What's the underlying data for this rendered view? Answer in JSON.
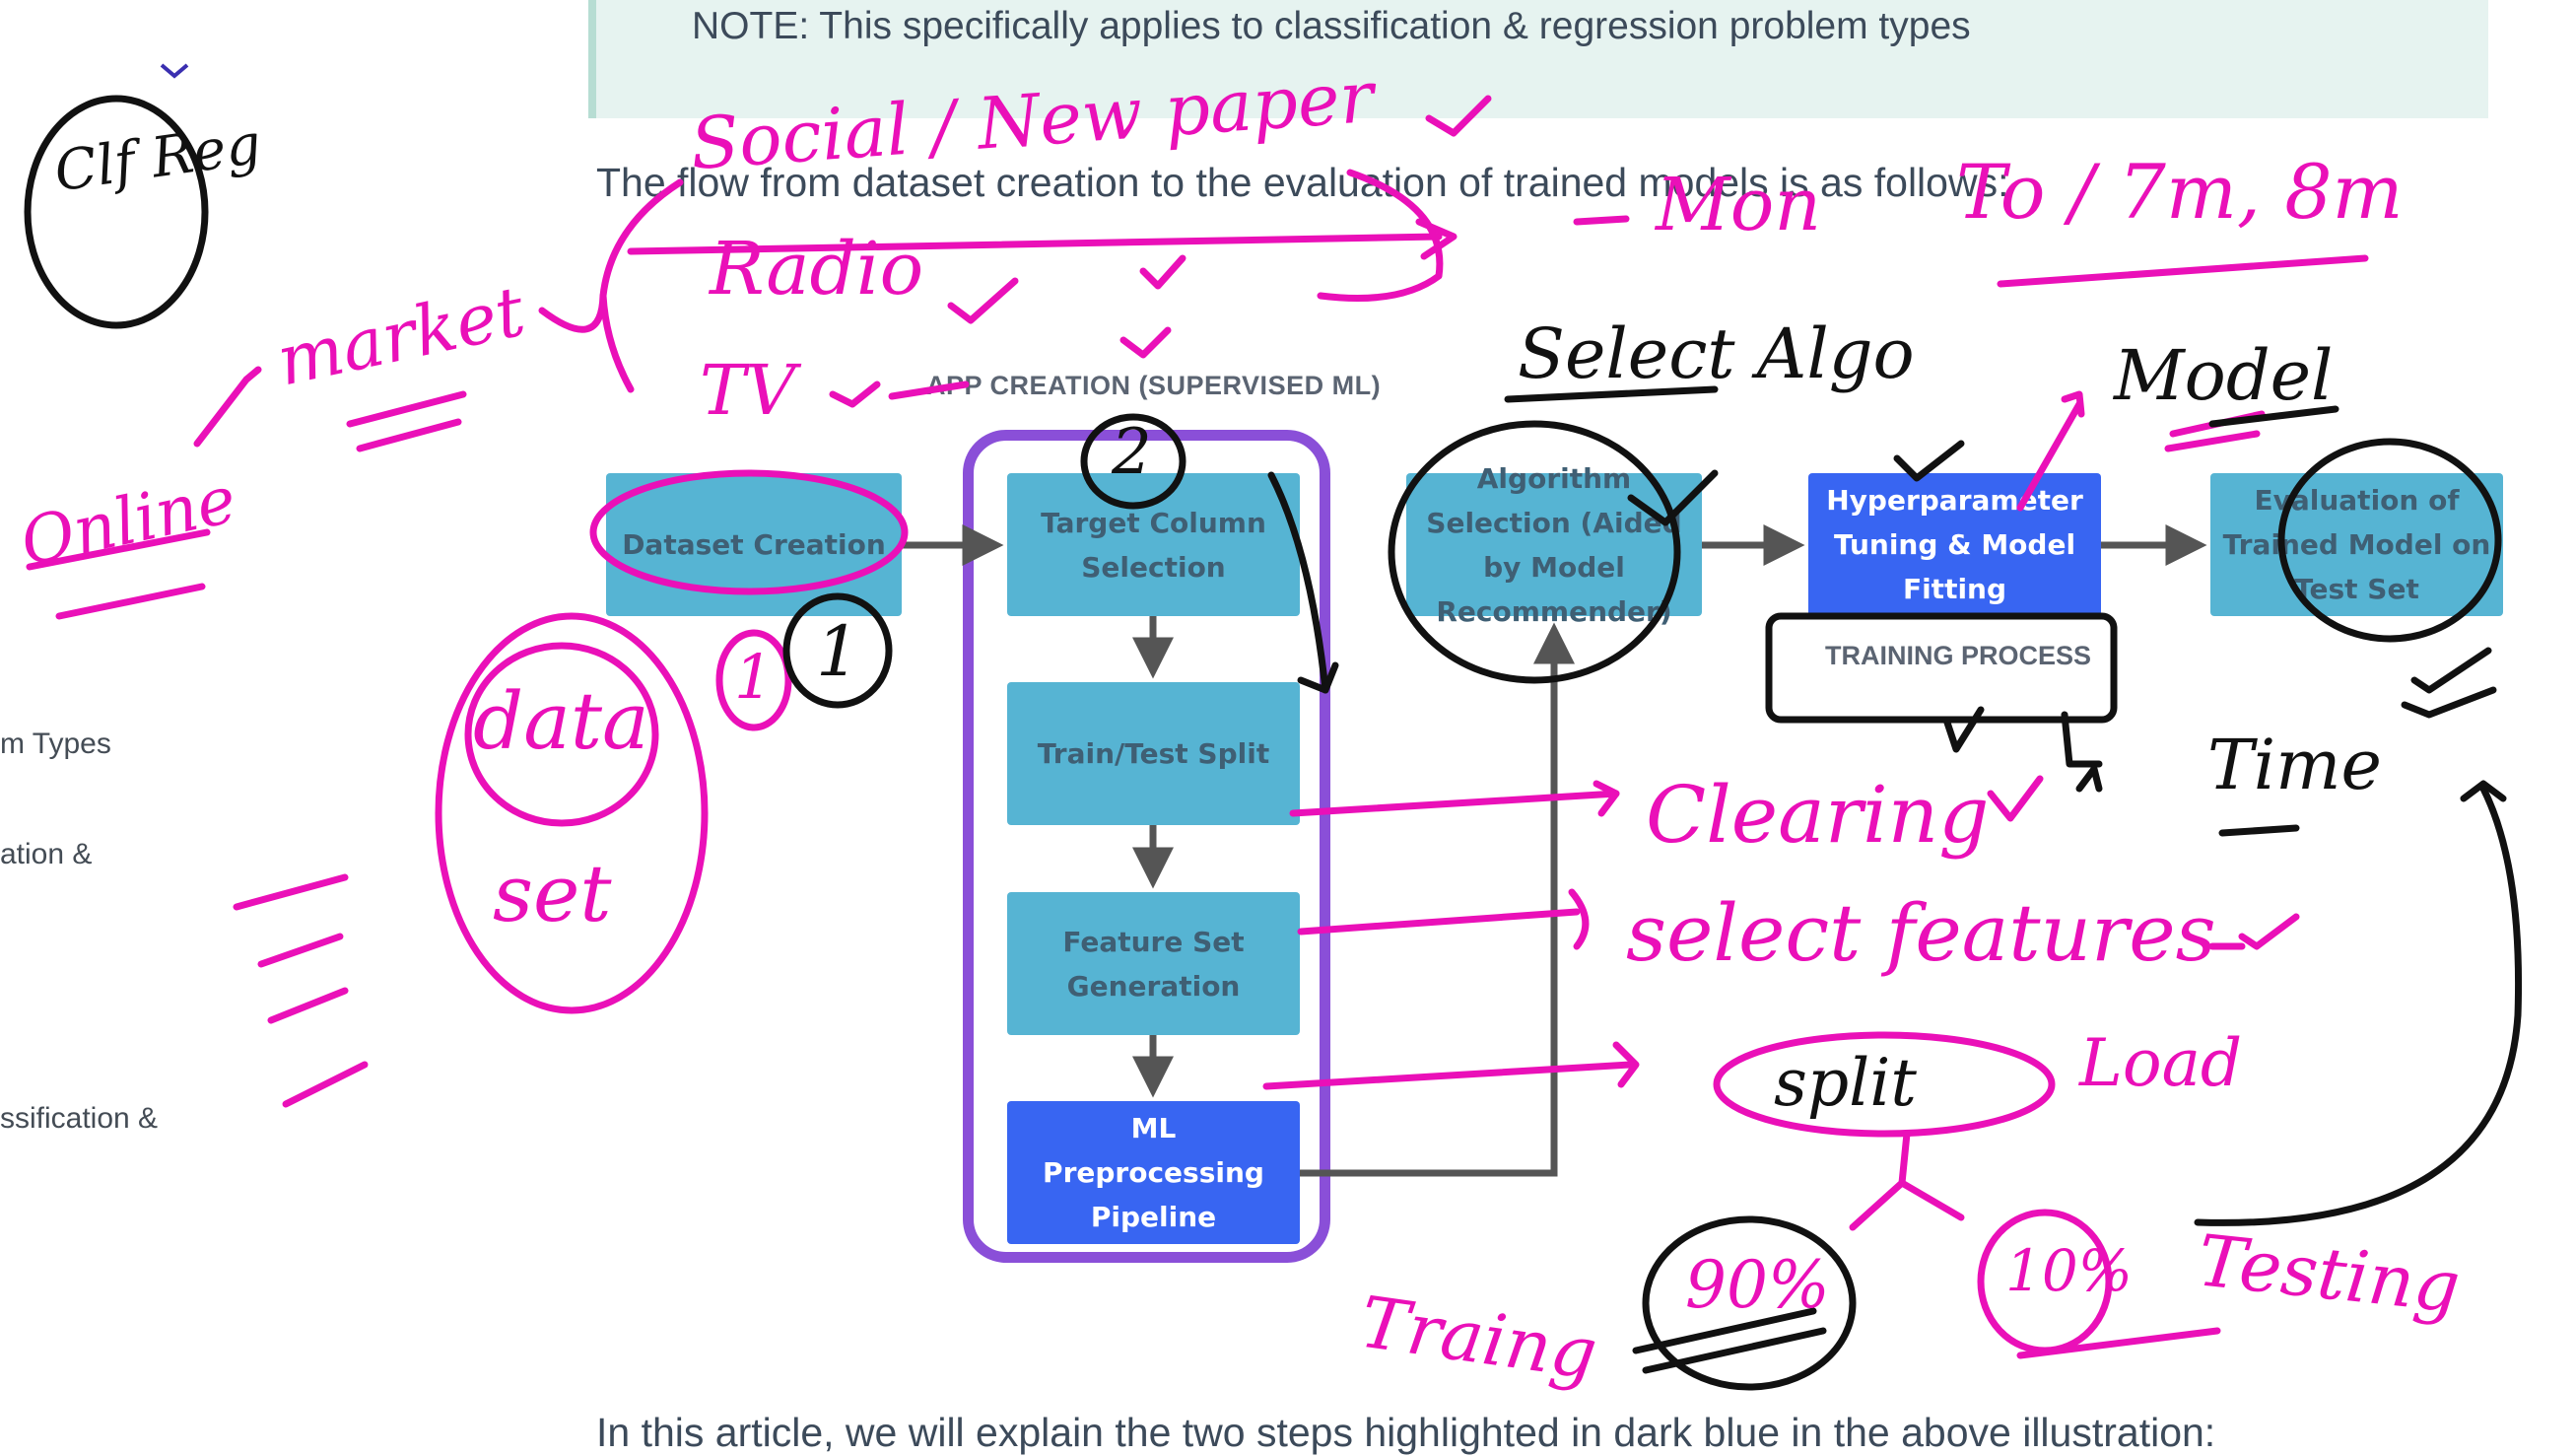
{
  "note": {
    "text": "NOTE: This specifically applies to classification & regression problem types"
  },
  "article": {
    "flow_intro": "The flow from dataset creation to the evaluation of trained models is as follows:",
    "closing": "In this article, we will explain the two steps highlighted in dark blue in the above illustration:"
  },
  "sidebar": {
    "items": [
      {
        "label": "m Types"
      },
      {
        "label": "ation &"
      },
      {
        "label": "ssification &"
      }
    ]
  },
  "diagram": {
    "title": "APP CREATION (SUPERVISED ML)",
    "training_label": "TRAINING PROCESS",
    "steps": {
      "dataset": "Dataset Creation",
      "target": "Target Column Selection",
      "split": "Train/Test Split",
      "feature": "Feature Set Generation",
      "preprocess": "ML Preprocessing Pipeline",
      "algorithm": "Algorithm Selection (Aided by Model Recommender)",
      "hyper": "Hyperparameter Tuning & Model Fitting",
      "evaluation": "Evaluation of Trained Model on Test Set"
    }
  },
  "annotations": {
    "cf_reg": "Clf Reg",
    "social": "Social / New paper",
    "radio": "Radio",
    "tv": "TV",
    "market": "market",
    "online": "Online",
    "mon": "Mon",
    "to_7m": "To / 7m, 8m",
    "select_algo": "Select Algo",
    "model": "Model",
    "data": "data",
    "set": "set",
    "num1": "1",
    "num2": "2",
    "cleaning": "Clearing",
    "select_features": "select features",
    "split": "split",
    "load": "Load",
    "time": "Time",
    "pct90": "90%",
    "pct10": "10%",
    "training": "Traing",
    "testing": "Testing"
  },
  "colors": {
    "ink_pink": "#ea10b8",
    "ink_black": "#111111",
    "box_light": "#56b4d3",
    "box_dark": "#3865f2",
    "group_outline": "#8a4fd8",
    "note_bg": "#e6f3f0"
  },
  "icons": [
    "chevron-down-icon"
  ]
}
